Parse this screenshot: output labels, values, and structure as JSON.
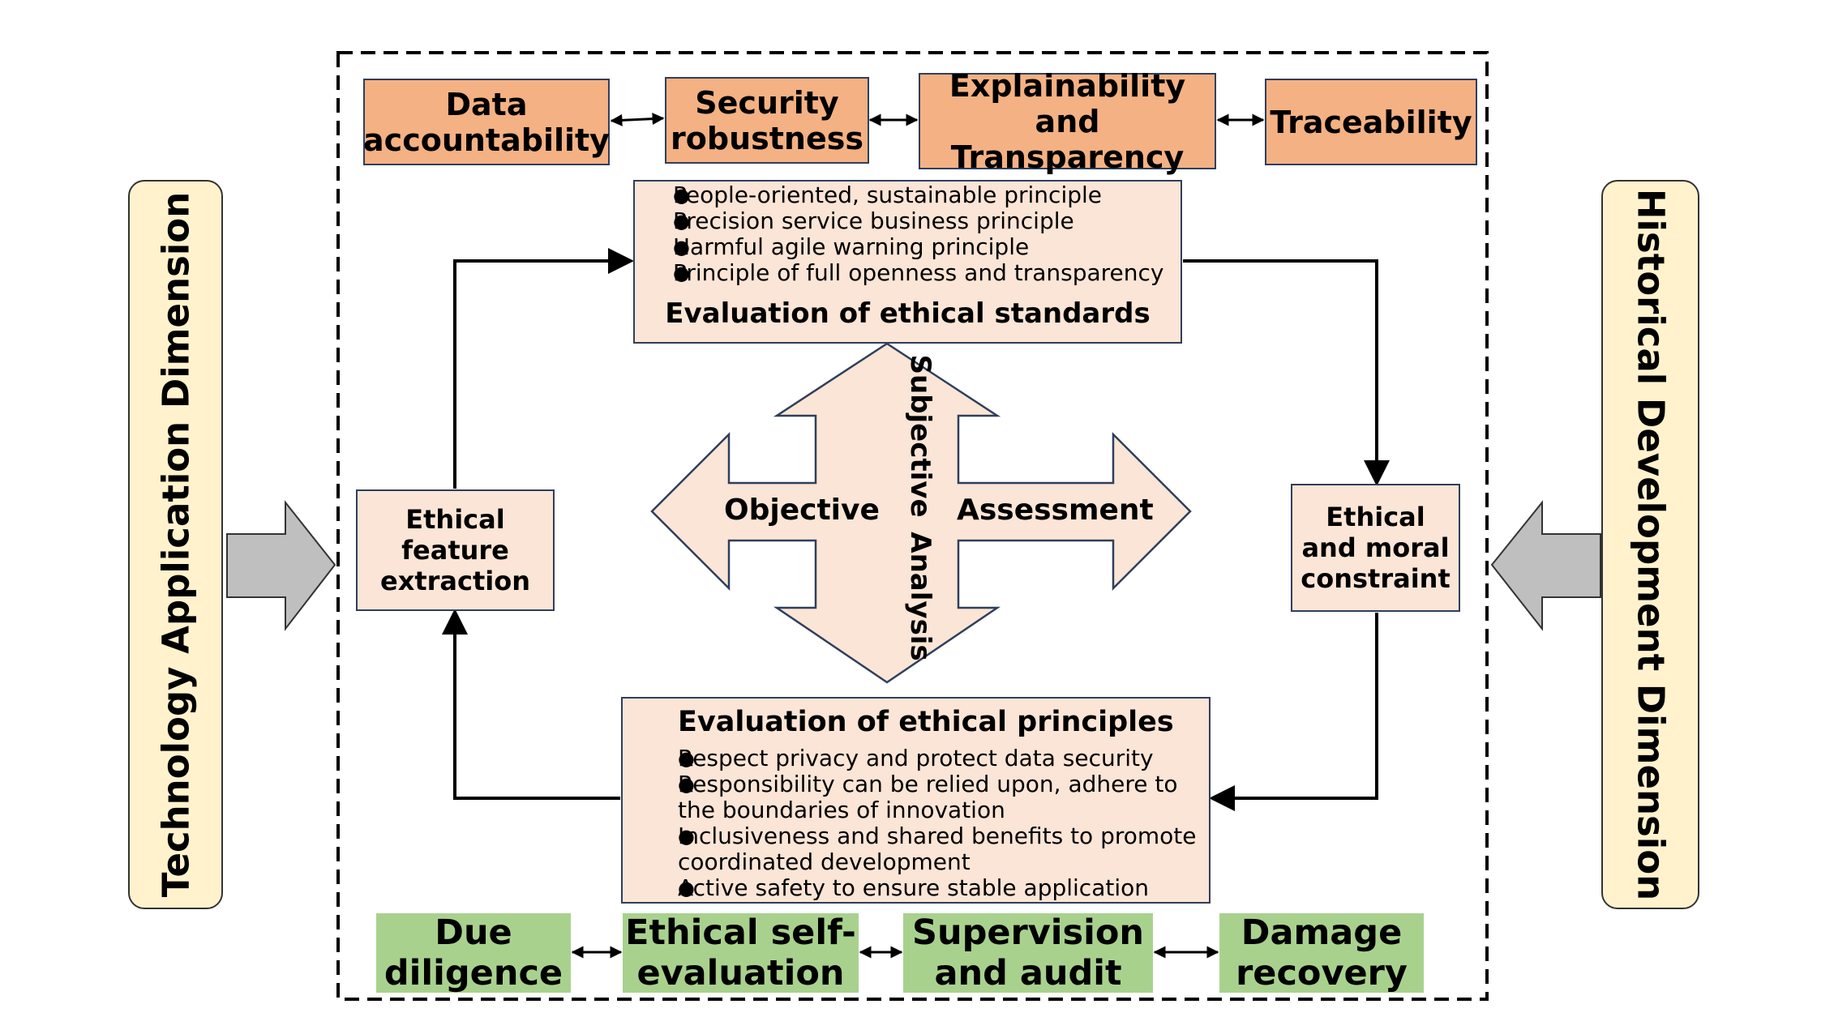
{
  "top_row": {
    "data_accountability": "Data\naccountability",
    "security_robustness": "Security\nrobustness",
    "explainability": "Explainability and\nTransparency",
    "traceability": "Traceability"
  },
  "standards": {
    "items": [
      "People-oriented, sustainable principle",
      "Precision service business principle",
      "Harmful agile warning principle",
      "Principle of full openness and transparency"
    ],
    "title": "Evaluation of ethical standards"
  },
  "principles": {
    "title": "Evaluation of ethical principles",
    "items": [
      "Respect privacy and protect data security",
      "Responsibility can be relied upon, adhere to the boundaries of innovation",
      "Inclusiveness and shared benefits to promote coordinated development",
      "Active safety to ensure stable application"
    ]
  },
  "feature_extraction": "Ethical\nfeature\nextraction",
  "moral_constraint": "Ethical\nand moral\nconstraint",
  "cross": {
    "objective": "Objective",
    "assessment": "Assessment",
    "subjective": "Subjective",
    "analysis": "Analysis"
  },
  "bottom_row": {
    "due_diligence": "Due\ndiligence",
    "self_evaluation": "Ethical self-\nevaluation",
    "supervision": "Supervision\nand audit",
    "damage_recovery": "Damage\nrecovery"
  },
  "left_dimension": "Technology Application Dimension",
  "right_dimension": "Historical Development Dimension",
  "colors": {
    "orange_box": "#f4b183",
    "peach_box": "#fbe5d6",
    "green_box": "#a9d18e",
    "side_panel": "#fff2cc",
    "side_arrow": "#bfbfbf",
    "border": "#2f3f5c"
  }
}
